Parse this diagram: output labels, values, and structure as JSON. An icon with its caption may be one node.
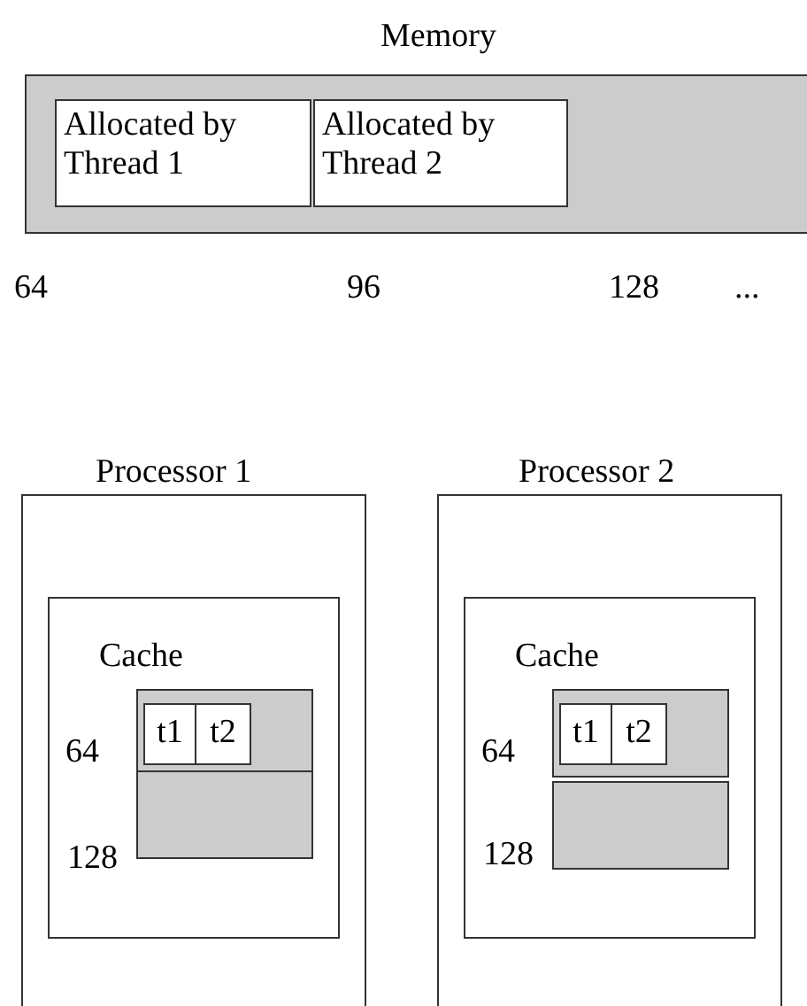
{
  "diagram": {
    "nodes": [
      {
        "text": [
          "Memory"
        ]
      },
      {
        "text": [
          "Allocated by Thread 1"
        ],
        "in": 0
      },
      {
        "text": [
          "Allocated by Thread 2"
        ],
        "in": 0
      },
      {
        "text": [
          "Processor 1"
        ]
      },
      {
        "text": [
          "Cache"
        ],
        "in": 3
      },
      {
        "text": [],
        "shape": "box",
        "in": 4,
        "beside": [
          "64"
        ]
      },
      {
        "text": [
          "t1"
        ],
        "in": 5
      },
      {
        "text": [
          "t2"
        ],
        "in": 5
      },
      {
        "text": [],
        "shape": "box",
        "in": 4,
        "beside": [
          "128"
        ]
      },
      {
        "text": [
          "Processor 2"
        ]
      },
      {
        "text": [
          "Cache"
        ],
        "in": 9
      },
      {
        "text": [],
        "shape": "box",
        "in": 10,
        "beside": [
          "64"
        ]
      },
      {
        "text": [
          "t1"
        ],
        "in": 11
      },
      {
        "text": [
          "t2"
        ],
        "in": 11
      },
      {
        "text": [],
        "shape": "box",
        "in": 10,
        "beside": [
          "128"
        ]
      }
    ],
    "edges": [],
    "labels": [
      "64",
      "96",
      "128",
      "..."
    ]
  }
}
